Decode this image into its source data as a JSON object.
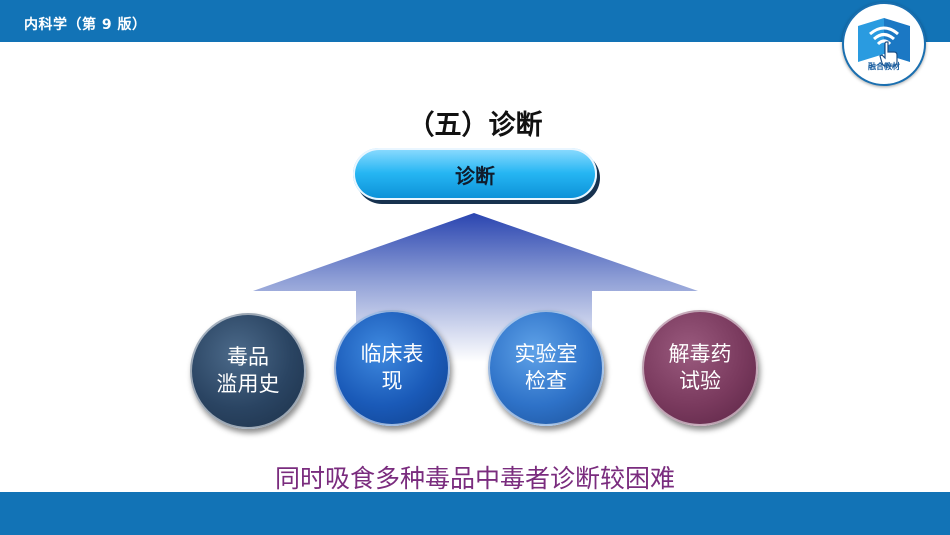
{
  "header": {
    "book_title": "内科学（第 9 版）",
    "logo_text": "融合教材"
  },
  "slide": {
    "heading": "（五）诊断",
    "diagnosis_label": "诊断",
    "factors": [
      {
        "line1": "毒品",
        "line2": "滥用史"
      },
      {
        "line1": "临床表",
        "line2": "现"
      },
      {
        "line1": "实验室",
        "line2": "检查"
      },
      {
        "line1": "解毒药",
        "line2": "试验"
      }
    ],
    "conclusion": "同时吸食多种毒品中毒者诊断较困难"
  },
  "colors": {
    "brand_blue": "#1273b6",
    "conclusion_purple": "#7a2c7e"
  }
}
